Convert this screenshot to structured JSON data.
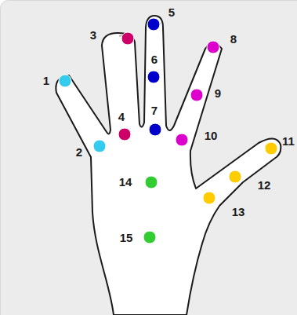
{
  "diagram": {
    "labels": [
      "1",
      "2",
      "3",
      "4",
      "5",
      "6",
      "7",
      "8",
      "9",
      "10",
      "11",
      "12",
      "13",
      "14",
      "15"
    ]
  }
}
